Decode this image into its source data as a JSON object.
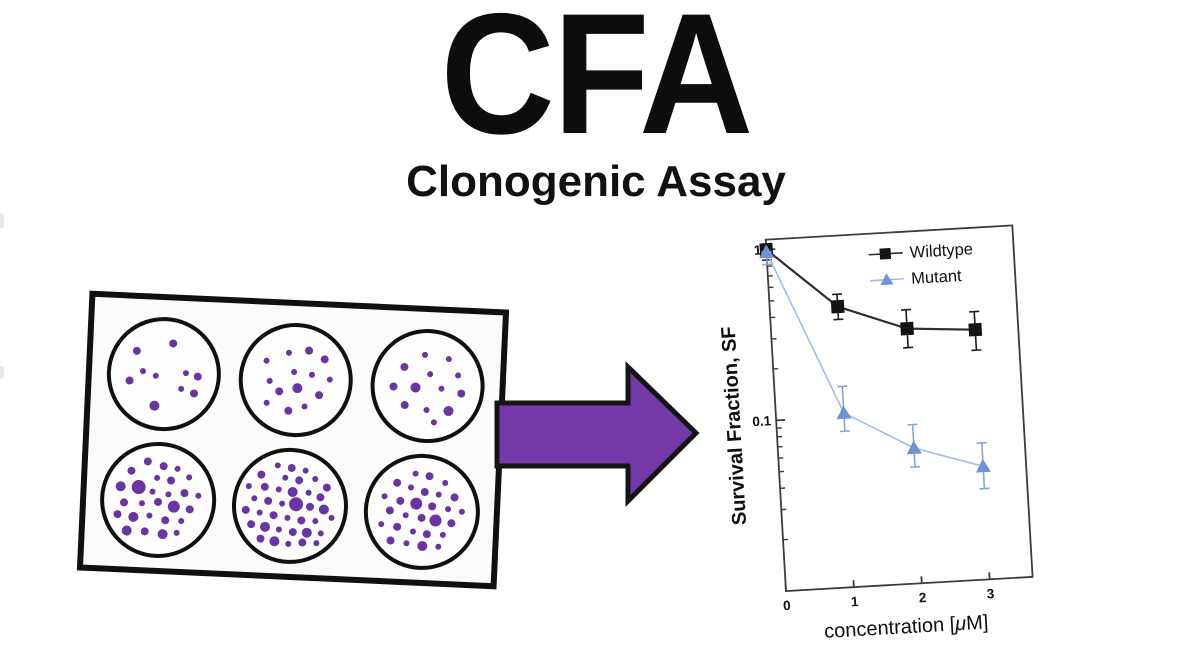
{
  "title": {
    "main": "CFA",
    "subtitle": "Clonogenic Assay"
  },
  "arrow": {
    "fill": "#7439a8",
    "outline": "#141414"
  },
  "plate": {
    "fill": "#fbfbfc",
    "border_color": "#101010",
    "well_fill": "#fefefe",
    "well_border": "#101010",
    "colony_color": "#6a34a2",
    "wells": [
      {
        "dots": [
          [
            -28,
            -22,
            4
          ],
          [
            8,
            -31,
            4
          ],
          [
            -34,
            8,
            4
          ],
          [
            -8,
            2,
            3
          ],
          [
            22,
            -2,
            3
          ],
          [
            34,
            1,
            4
          ],
          [
            18,
            14,
            3
          ],
          [
            31,
            18,
            4
          ],
          [
            -8,
            32,
            5
          ],
          [
            -21,
            -2,
            3
          ]
        ]
      },
      {
        "dots": [
          [
            -30,
            -18,
            3
          ],
          [
            -8,
            -27,
            3
          ],
          [
            12,
            -30,
            4
          ],
          [
            28,
            -22,
            4
          ],
          [
            -2,
            -8,
            3
          ],
          [
            -26,
            2,
            3
          ],
          [
            16,
            -6,
            3
          ],
          [
            34,
            -2,
            3
          ],
          [
            -16,
            12,
            4
          ],
          [
            2,
            8,
            5
          ],
          [
            24,
            14,
            4
          ],
          [
            -28,
            24,
            3
          ],
          [
            -6,
            31,
            4
          ],
          [
            10,
            26,
            3
          ]
        ]
      },
      {
        "dots": [
          [
            -4,
            -31,
            3
          ],
          [
            20,
            -28,
            3
          ],
          [
            -24,
            -18,
            4
          ],
          [
            2,
            -12,
            3
          ],
          [
            30,
            -12,
            3
          ],
          [
            -34,
            2,
            4
          ],
          [
            -12,
            2,
            5
          ],
          [
            14,
            2,
            3
          ],
          [
            34,
            6,
            4
          ],
          [
            -22,
            20,
            4
          ],
          [
            0,
            24,
            3
          ],
          [
            22,
            24,
            5
          ],
          [
            8,
            36,
            3
          ]
        ]
      },
      {
        "dots": [
          [
            -12,
            -38,
            4
          ],
          [
            4,
            -34,
            4
          ],
          [
            18,
            -32,
            3
          ],
          [
            -28,
            -28,
            4
          ],
          [
            -2,
            -22,
            3
          ],
          [
            12,
            -20,
            4
          ],
          [
            30,
            -24,
            3
          ],
          [
            -38,
            -12,
            5
          ],
          [
            -20,
            -12,
            7
          ],
          [
            -6,
            -8,
            3
          ],
          [
            10,
            -6,
            3
          ],
          [
            26,
            -8,
            4
          ],
          [
            40,
            -6,
            3
          ],
          [
            -34,
            4,
            4
          ],
          [
            -16,
            4,
            3
          ],
          [
            0,
            2,
            4
          ],
          [
            16,
            6,
            6
          ],
          [
            32,
            8,
            4
          ],
          [
            -40,
            16,
            4
          ],
          [
            -24,
            18,
            5
          ],
          [
            -8,
            16,
            3
          ],
          [
            8,
            20,
            4
          ],
          [
            24,
            20,
            3
          ],
          [
            -30,
            32,
            5
          ],
          [
            -12,
            32,
            4
          ],
          [
            6,
            34,
            5
          ],
          [
            20,
            32,
            3
          ]
        ]
      },
      {
        "dots": [
          [
            -14,
            -40,
            3
          ],
          [
            0,
            -38,
            4
          ],
          [
            14,
            -36,
            3
          ],
          [
            -30,
            -30,
            4
          ],
          [
            -6,
            -28,
            3
          ],
          [
            8,
            -26,
            4
          ],
          [
            24,
            -28,
            3
          ],
          [
            36,
            -20,
            4
          ],
          [
            -42,
            -18,
            3
          ],
          [
            -26,
            -18,
            4
          ],
          [
            -12,
            -16,
            3
          ],
          [
            2,
            -14,
            5
          ],
          [
            18,
            -14,
            3
          ],
          [
            30,
            -10,
            4
          ],
          [
            -36,
            -6,
            3
          ],
          [
            -22,
            -4,
            4
          ],
          [
            -8,
            -2,
            3
          ],
          [
            6,
            -2,
            7
          ],
          [
            20,
            0,
            4
          ],
          [
            34,
            2,
            5
          ],
          [
            42,
            10,
            3
          ],
          [
            -44,
            6,
            4
          ],
          [
            -30,
            8,
            3
          ],
          [
            -16,
            10,
            4
          ],
          [
            -2,
            12,
            3
          ],
          [
            12,
            14,
            4
          ],
          [
            26,
            14,
            3
          ],
          [
            -38,
            20,
            4
          ],
          [
            -24,
            22,
            5
          ],
          [
            -10,
            24,
            3
          ],
          [
            4,
            26,
            4
          ],
          [
            18,
            26,
            5
          ],
          [
            32,
            26,
            3
          ],
          [
            -28,
            34,
            4
          ],
          [
            -14,
            36,
            5
          ],
          [
            0,
            38,
            3
          ],
          [
            14,
            36,
            4
          ],
          [
            28,
            36,
            3
          ]
        ]
      },
      {
        "dots": [
          [
            -8,
            -38,
            3
          ],
          [
            6,
            -36,
            4
          ],
          [
            22,
            -30,
            3
          ],
          [
            -26,
            -28,
            4
          ],
          [
            -12,
            -24,
            3
          ],
          [
            2,
            -20,
            4
          ],
          [
            16,
            -18,
            3
          ],
          [
            32,
            -16,
            4
          ],
          [
            -38,
            -14,
            3
          ],
          [
            -22,
            -10,
            4
          ],
          [
            -6,
            -8,
            6
          ],
          [
            10,
            -6,
            4
          ],
          [
            26,
            -4,
            3
          ],
          [
            40,
            -2,
            3
          ],
          [
            -32,
            0,
            4
          ],
          [
            -16,
            4,
            3
          ],
          [
            0,
            6,
            4
          ],
          [
            14,
            8,
            6
          ],
          [
            30,
            10,
            4
          ],
          [
            -40,
            14,
            3
          ],
          [
            -24,
            16,
            4
          ],
          [
            -8,
            20,
            3
          ],
          [
            6,
            22,
            4
          ],
          [
            22,
            22,
            3
          ],
          [
            -30,
            30,
            4
          ],
          [
            -14,
            32,
            3
          ],
          [
            2,
            34,
            5
          ],
          [
            18,
            34,
            3
          ]
        ]
      }
    ]
  },
  "chart_data": {
    "type": "line",
    "title": "",
    "xlabel": "concentration [μM]",
    "ylabel": "Survival Fraction, SF",
    "y_scale": "log",
    "xlim": [
      0,
      3.63
    ],
    "ylim": [
      0.01,
      1.15
    ],
    "x_ticks": [
      "0",
      "1",
      "2",
      "3"
    ],
    "y_ticks": [
      {
        "value": 1,
        "label": "1"
      },
      {
        "value": 0.1,
        "label": "0.1"
      }
    ],
    "grid": false,
    "legend_position": "top-right",
    "frame_color": "#3c3c3c",
    "series": [
      {
        "name": "Wildtype",
        "marker": "square",
        "marker_color": "#141414",
        "line_color": "#2f2f2f",
        "err_color": "#1c1c1c",
        "x": [
          0,
          1,
          2,
          3
        ],
        "y": [
          1.0,
          0.44,
          0.31,
          0.29
        ],
        "err_lo": [
          0.87,
          0.37,
          0.24,
          0.22
        ],
        "err_hi": [
          1.0,
          0.52,
          0.4,
          0.37
        ]
      },
      {
        "name": "Mutant",
        "marker": "triangle",
        "marker_color": "#6d95d5",
        "line_color": "#a3bce6",
        "err_color": "#82a5dc",
        "x": [
          0,
          1,
          2,
          3
        ],
        "y": [
          0.97,
          0.105,
          0.062,
          0.046
        ],
        "err_lo": [
          0.82,
          0.082,
          0.048,
          0.034
        ],
        "err_hi": [
          0.97,
          0.15,
          0.085,
          0.063
        ]
      }
    ]
  }
}
